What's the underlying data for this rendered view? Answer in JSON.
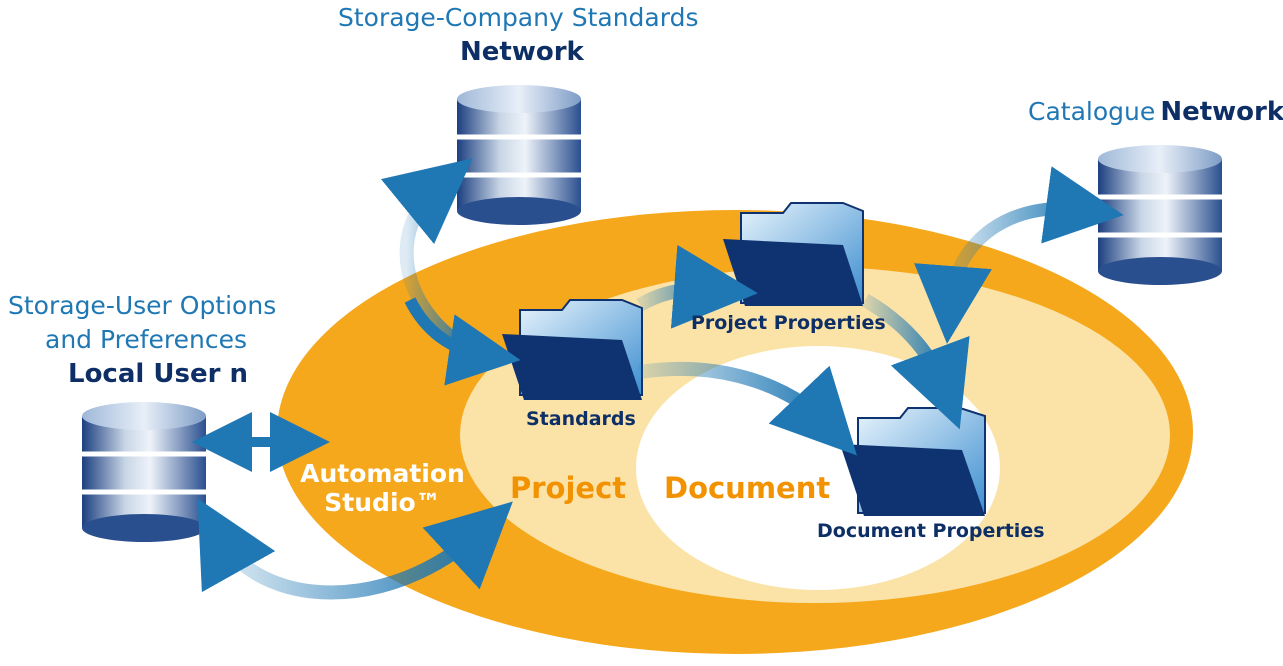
{
  "colors": {
    "outer_ring": "#f6a81c",
    "project_ring": "#fbe3a8",
    "document_core": "#ffffff",
    "folder_dark": "#0f3370",
    "arrow_blue": "#1f78b4",
    "label_light": "#1f78b4",
    "label_dark": "#0d2f66",
    "zone_orange": "#f39200"
  },
  "storage_company": {
    "title": "Storage-Company Standards",
    "network": "Network",
    "icon": "database-icon"
  },
  "catalogue": {
    "title": "Catalogue",
    "network": "Network",
    "icon": "database-icon"
  },
  "local_user": {
    "line1": "Storage-User Options",
    "line2": "and Preferences",
    "name": "Local User n",
    "icon": "database-icon"
  },
  "zones": {
    "automation_line1": "Automation",
    "automation_line2": "Studio™",
    "project": "Project",
    "document": "Document"
  },
  "folders": {
    "standards": "Standards",
    "project_properties": "Project Properties",
    "document_properties": "Document Properties",
    "icon": "folder-icon"
  }
}
